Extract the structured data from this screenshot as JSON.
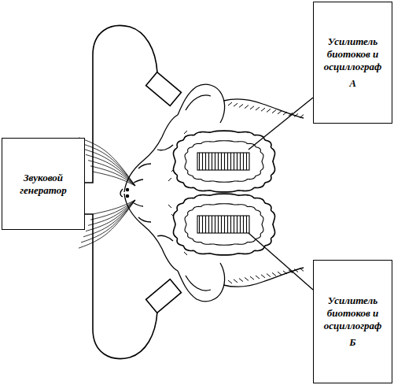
{
  "diagram": {
    "nodes": [
      {
        "text": [
          "Звуковой генератор"
        ]
      },
      {
        "text": [
          "Усилитель биотоков и осциллограф",
          "А"
        ]
      },
      {
        "text": [
          "Усилитель биотоков и осциллограф",
          "Б"
        ]
      }
    ]
  }
}
